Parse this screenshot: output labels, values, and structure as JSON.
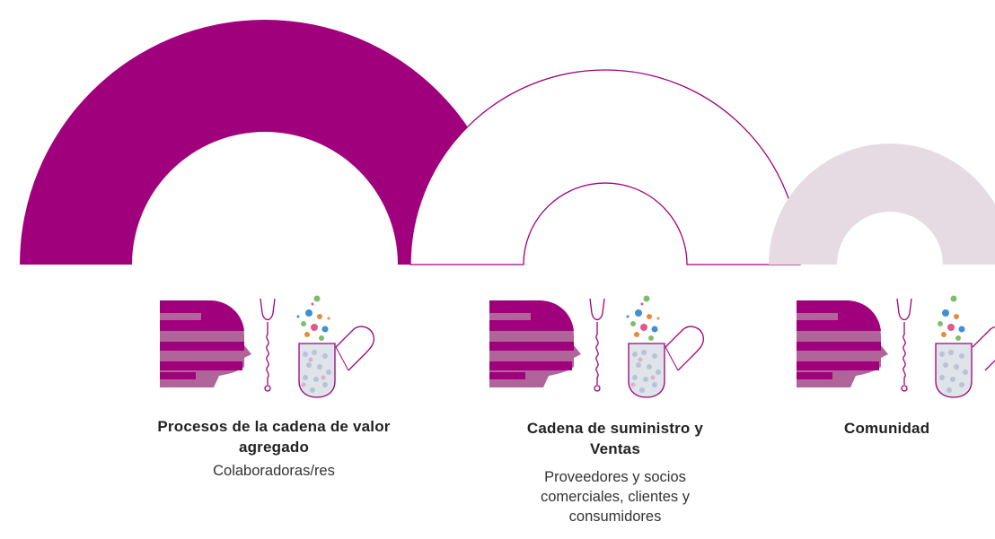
{
  "colors": {
    "magenta": "#a1007d",
    "magenta_light": "#b0649a",
    "lilac": "#e6dae3",
    "outline": "#a1007d"
  },
  "stakeholders": [
    {
      "title": "Procesos de la cadena de valor agregado",
      "subtitle": "Colaboradoras/res",
      "arc_style": "filled-magenta"
    },
    {
      "title": "Cadena de suministro y Ventas",
      "subtitle": "Proveedores y socios comerciales, clientes y consumidores",
      "arc_style": "outlined-white"
    },
    {
      "title": "Comunidad",
      "subtitle": "",
      "arc_style": "filled-lilac"
    }
  ],
  "icons": [
    "profile-head-icon",
    "stethoscope-icon",
    "pill-capsule-icon"
  ]
}
